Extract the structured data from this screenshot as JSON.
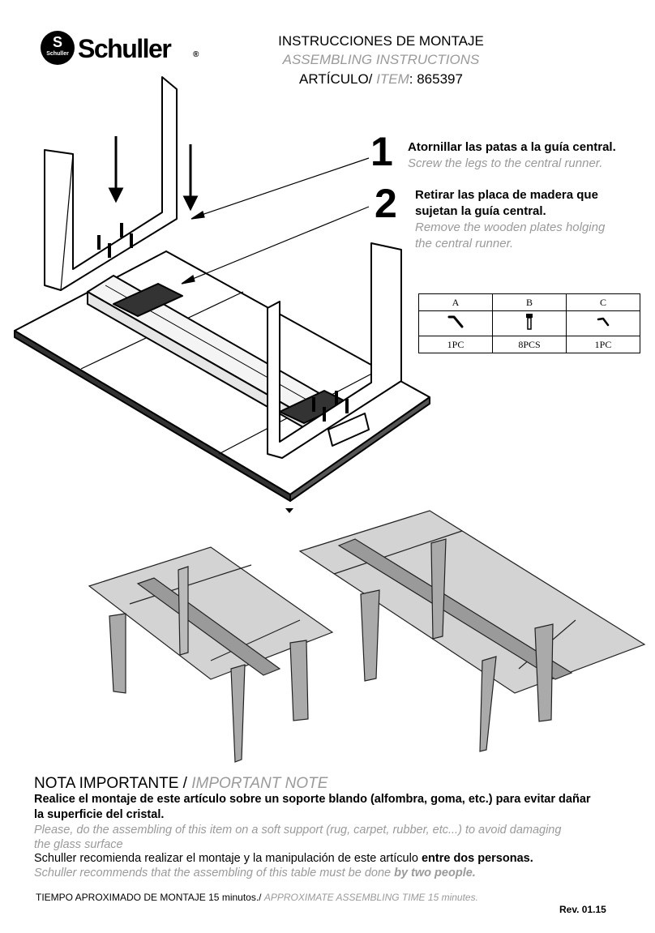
{
  "logo": {
    "badge": "S",
    "badge_small": "Schuller",
    "word": "Schuller",
    "reg": "®"
  },
  "header": {
    "title_es": "INSTRUCCIONES DE MONTAJE",
    "title_en": "ASSEMBLING INSTRUCTIONS",
    "article_label": "ARTÍCULO/",
    "item_label": "ITEM",
    "colon": ":",
    "item_number": "865397"
  },
  "steps": [
    {
      "number": "1",
      "text_es": "Atornillar las patas a la guía central.",
      "text_en": "Screw the legs to the central runner."
    },
    {
      "number": "2",
      "text_es_1": "Retirar las placa de madera que",
      "text_es_2": "sujetan la guía central.",
      "text_en_1": "Remove the wooden plates holging",
      "text_en_2": "the central runner."
    }
  ],
  "parts": {
    "headers": [
      "A",
      "B",
      "C"
    ],
    "icons": [
      "allen-key-icon",
      "bolt-icon",
      "hook-key-icon"
    ],
    "quantities": [
      "1PC",
      "8PCS",
      "1PC"
    ]
  },
  "note": {
    "title_es": "NOTA IMPORTANTE /",
    "title_en": "IMPORTANT NOTE",
    "line1_es": "Realice el montaje de este artículo sobre un soporte blando (alfombra, goma, etc.) para evitar dañar",
    "line2_es": "la superficie del cristal.",
    "line1_en": "Please, do the assembling of this item on a soft support (rug, carpet, rubber, etc...) to avoid damaging",
    "line2_en": "the glass surface",
    "rec_es_a": "Schuller recomienda realizar el montaje y la manipulación de este artículo ",
    "rec_es_b": "entre dos personas.",
    "rec_en_a": "Schuller recommends that the assembling of this table must be done ",
    "rec_en_b": "by two people."
  },
  "footer": {
    "time_es": "TIEMPO APROXIMADO DE MONTAJE  15 minutos./",
    "time_en": "APPROXIMATE ASSEMBLING TIME 15  minutes.",
    "revision": "Rev. 01.15"
  }
}
